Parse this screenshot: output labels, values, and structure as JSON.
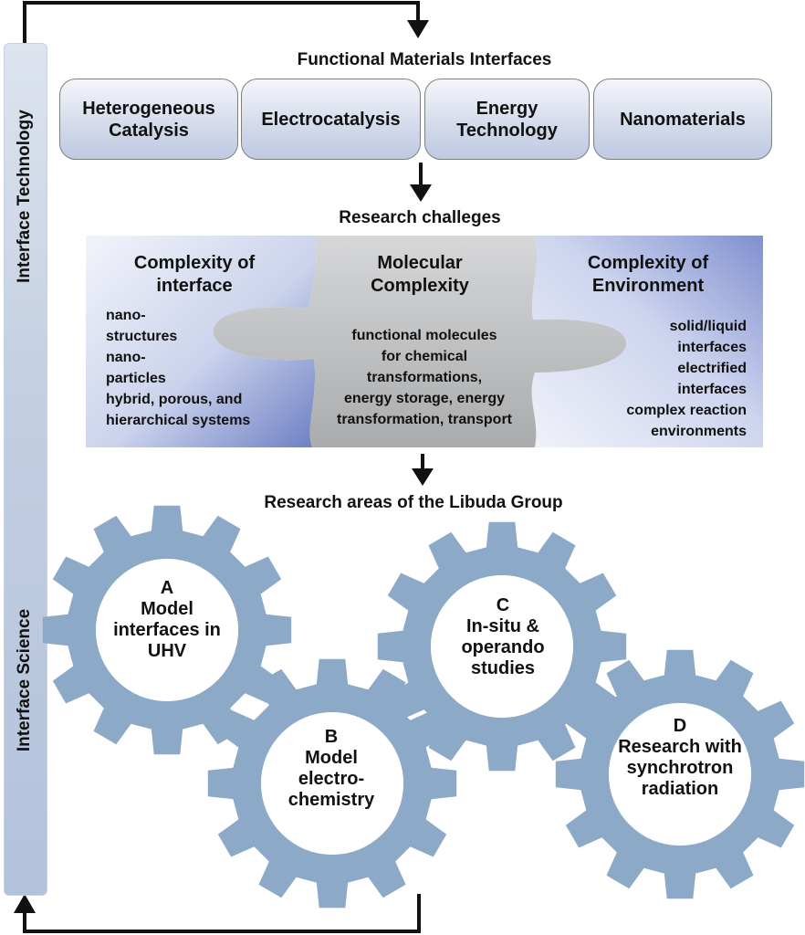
{
  "sidebar": {
    "top_label": "Interface Technology",
    "bottom_label": "Interface Science"
  },
  "materials": {
    "heading": "Functional Materials Interfaces",
    "items": [
      {
        "label": "Heterogeneous Catalysis"
      },
      {
        "label": "Electrocatalysis"
      },
      {
        "label": "Energy Technology"
      },
      {
        "label": "Nanomaterials"
      }
    ]
  },
  "challenges": {
    "heading": "Research challeges",
    "left": {
      "title": "Complexity of interface",
      "lines": [
        "nano-",
        "structures",
        "nano-",
        "particles",
        "hybrid, porous, and",
        "hierarchical systems"
      ]
    },
    "middle": {
      "title": "Molecular Complexity",
      "lines": [
        "functional molecules",
        "for chemical",
        "transformations,",
        "energy storage, energy",
        "transformation, transport"
      ]
    },
    "right": {
      "title": "Complexity of Environment",
      "lines": [
        "solid/liquid",
        "interfaces",
        "electrified",
        "interfaces",
        "complex reaction",
        "environments"
      ]
    }
  },
  "areas": {
    "heading": "Research areas of the Libuda Group",
    "gears": [
      {
        "letter": "A",
        "label": "Model interfaces in UHV"
      },
      {
        "letter": "B",
        "label": "Model electro-chemistry"
      },
      {
        "letter": "C",
        "label": "In-situ & operando studies"
      },
      {
        "letter": "D",
        "label": "Research with synchrotron radiation"
      }
    ]
  },
  "colors": {
    "gear": "#8da9c8",
    "sidebar": "#c3cfe2",
    "puzzle_blue": "#7e8fcb",
    "puzzle_gray": "#b9bbbd"
  }
}
